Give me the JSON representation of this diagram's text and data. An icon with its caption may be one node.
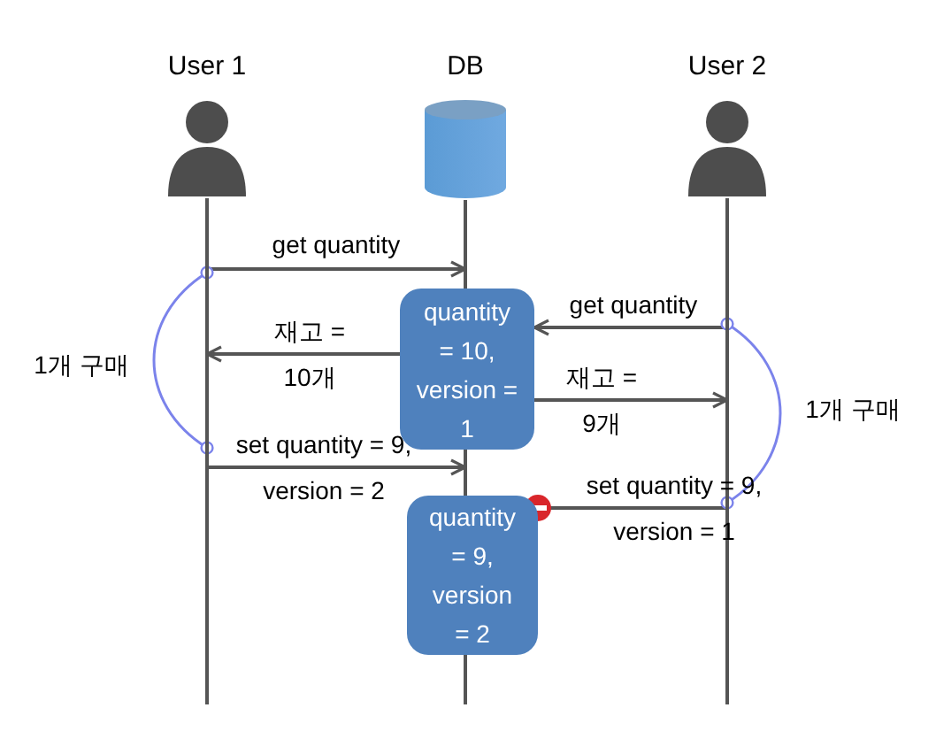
{
  "diagram": {
    "nodes": [
      {
        "text": [
          "User 1"
        ]
      },
      {
        "text": [
          "DB"
        ]
      },
      {
        "text": [
          "User 2"
        ]
      },
      {
        "text": [
          "quantity = 10, version = 1"
        ]
      },
      {
        "text": [
          "quantity = 9, version = 2"
        ]
      }
    ],
    "edges": [
      {
        "from": 0,
        "to": 1,
        "arrow": "to",
        "label": "get quantity"
      },
      {
        "from": 2,
        "to": 3,
        "arrow": "to",
        "label": "get quantity"
      },
      {
        "from": 3,
        "to": 0,
        "arrow": "to",
        "label": "재고 = 10개"
      },
      {
        "from": 3,
        "to": 2,
        "arrow": "to",
        "label": "재고 = 9개"
      },
      {
        "from": 0,
        "to": 1,
        "arrow": "to",
        "label": "set quantity = 9, version = 2"
      },
      {
        "from": 2,
        "to": 4,
        "arrow": "other",
        "label": "set quantity = 9, version = 1"
      },
      {
        "from": 0,
        "to": 0,
        "arrow": "other",
        "label": "1개 구매",
        "color": "#7b83eb"
      },
      {
        "from": 2,
        "to": 2,
        "arrow": "other",
        "label": "1개 구매",
        "color": "#7b83eb"
      }
    ]
  }
}
